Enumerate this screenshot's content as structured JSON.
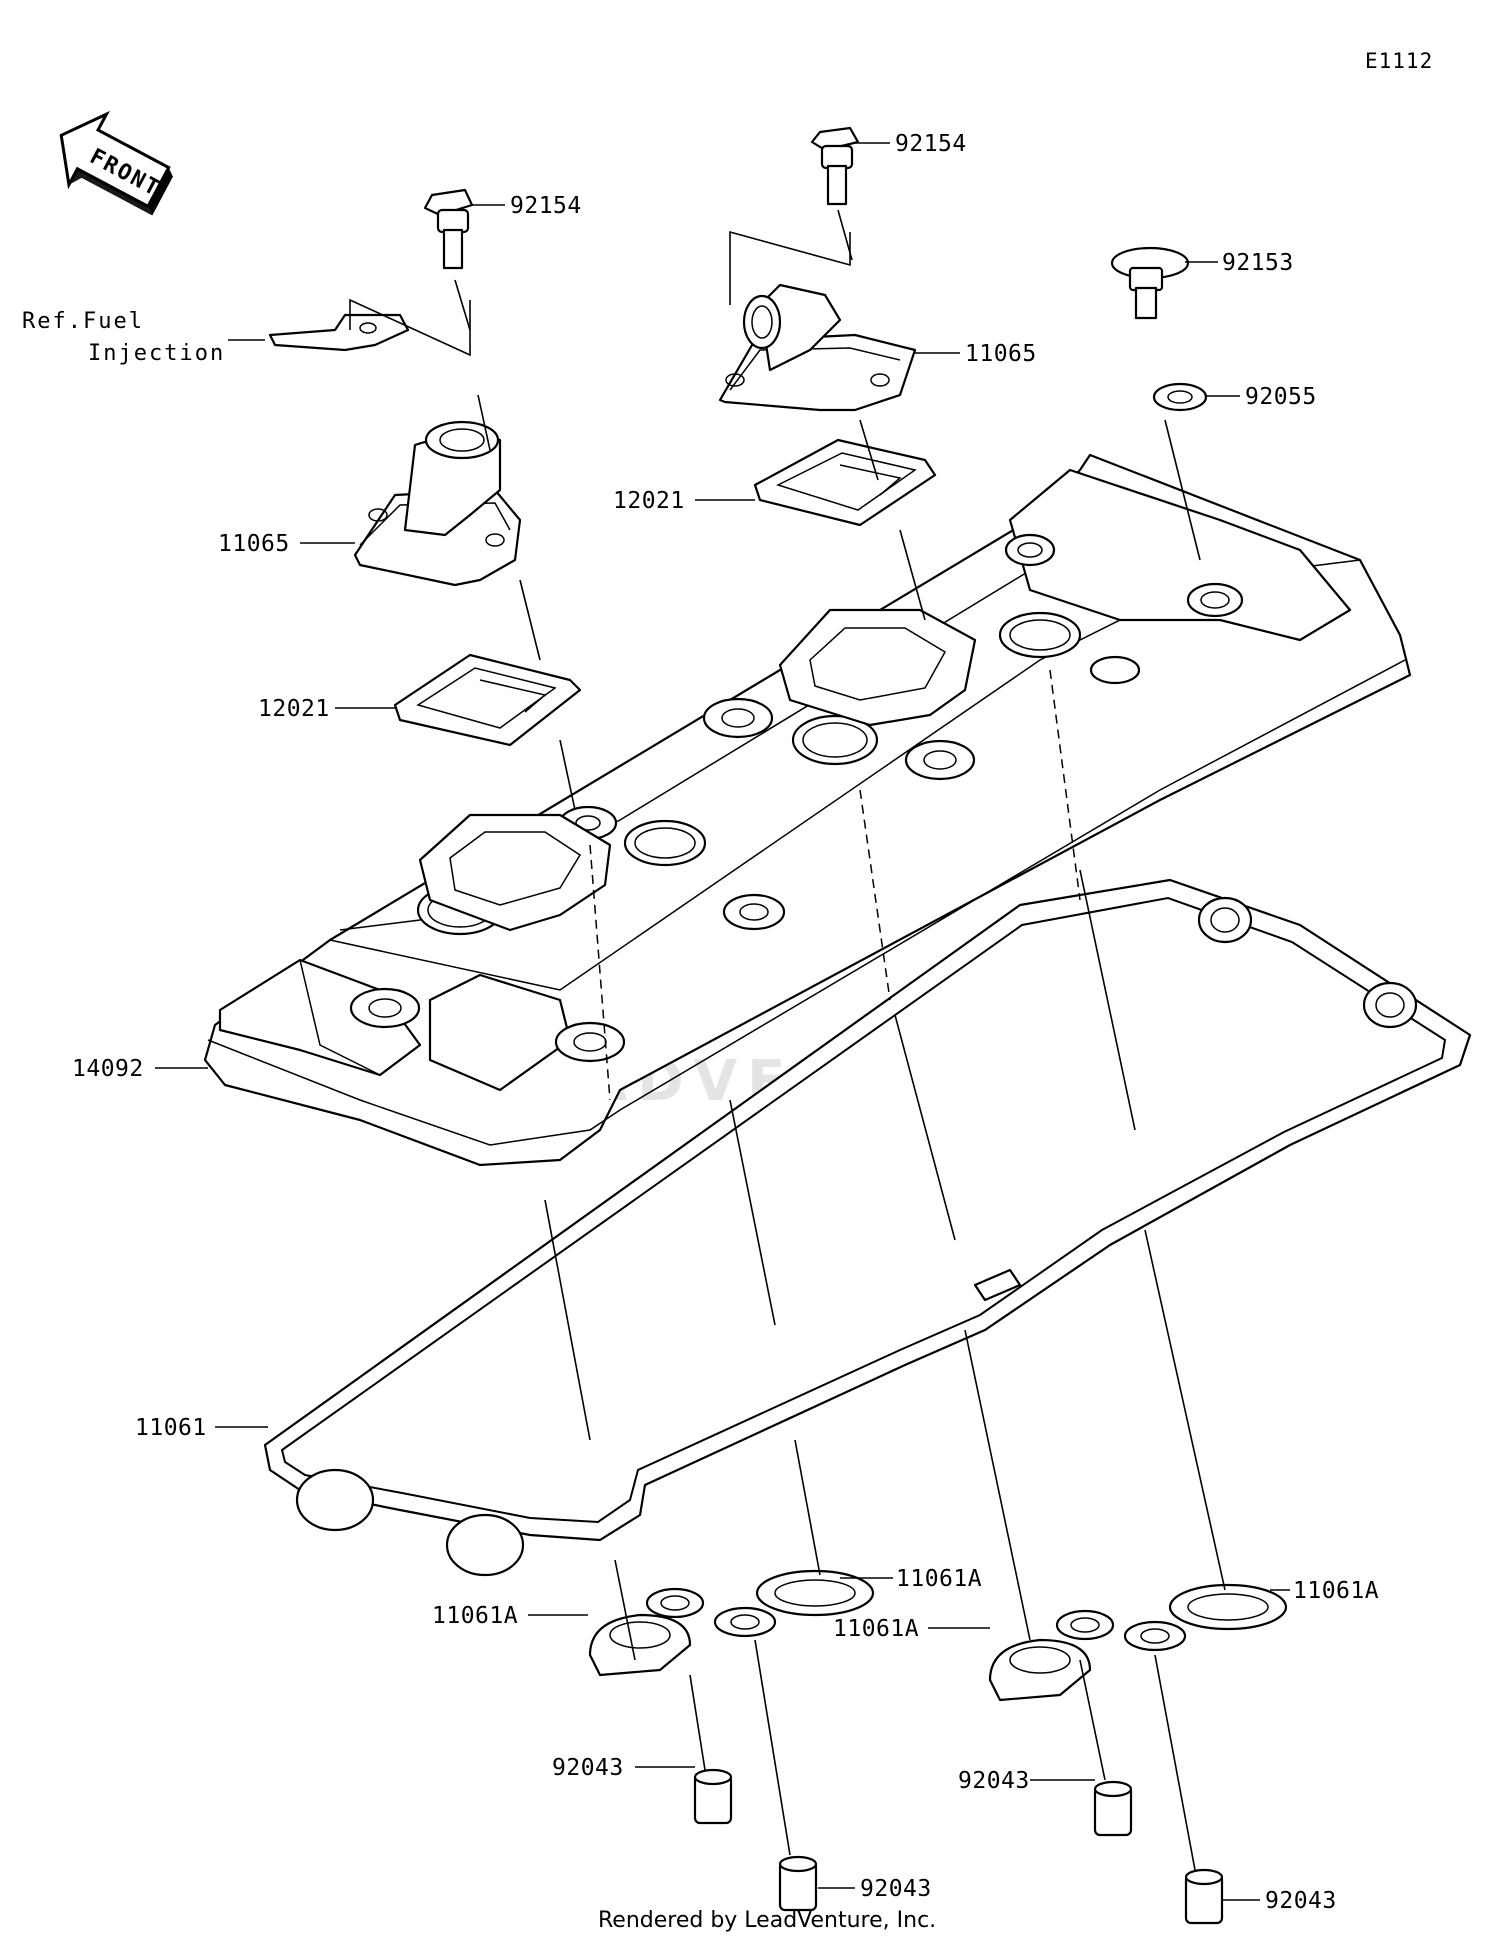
{
  "diagram_code": "E1112",
  "front_label": "FRONT",
  "ref_note": {
    "line1": "Ref.Fuel",
    "line2": "Injection"
  },
  "watermark": "LEADVENTURE",
  "footer": "Rendered by LeadVenture, Inc.",
  "part_numbers": {
    "bolt_left": "92154",
    "bolt_right": "92154",
    "bolt_cap": "92153",
    "washer": "92055",
    "breather_left": "11065",
    "breather_right": "11065",
    "reed_left": "12021",
    "reed_right": "12021",
    "head_cover": "14092",
    "cover_gasket": "11061",
    "plug_gasket_1": "11061A",
    "plug_gasket_2": "11061A",
    "plug_gasket_3": "11061A",
    "plug_gasket_4": "11061A",
    "dowel_1": "92043",
    "dowel_2": "92043",
    "dowel_3": "92043",
    "dowel_4": "92043"
  }
}
